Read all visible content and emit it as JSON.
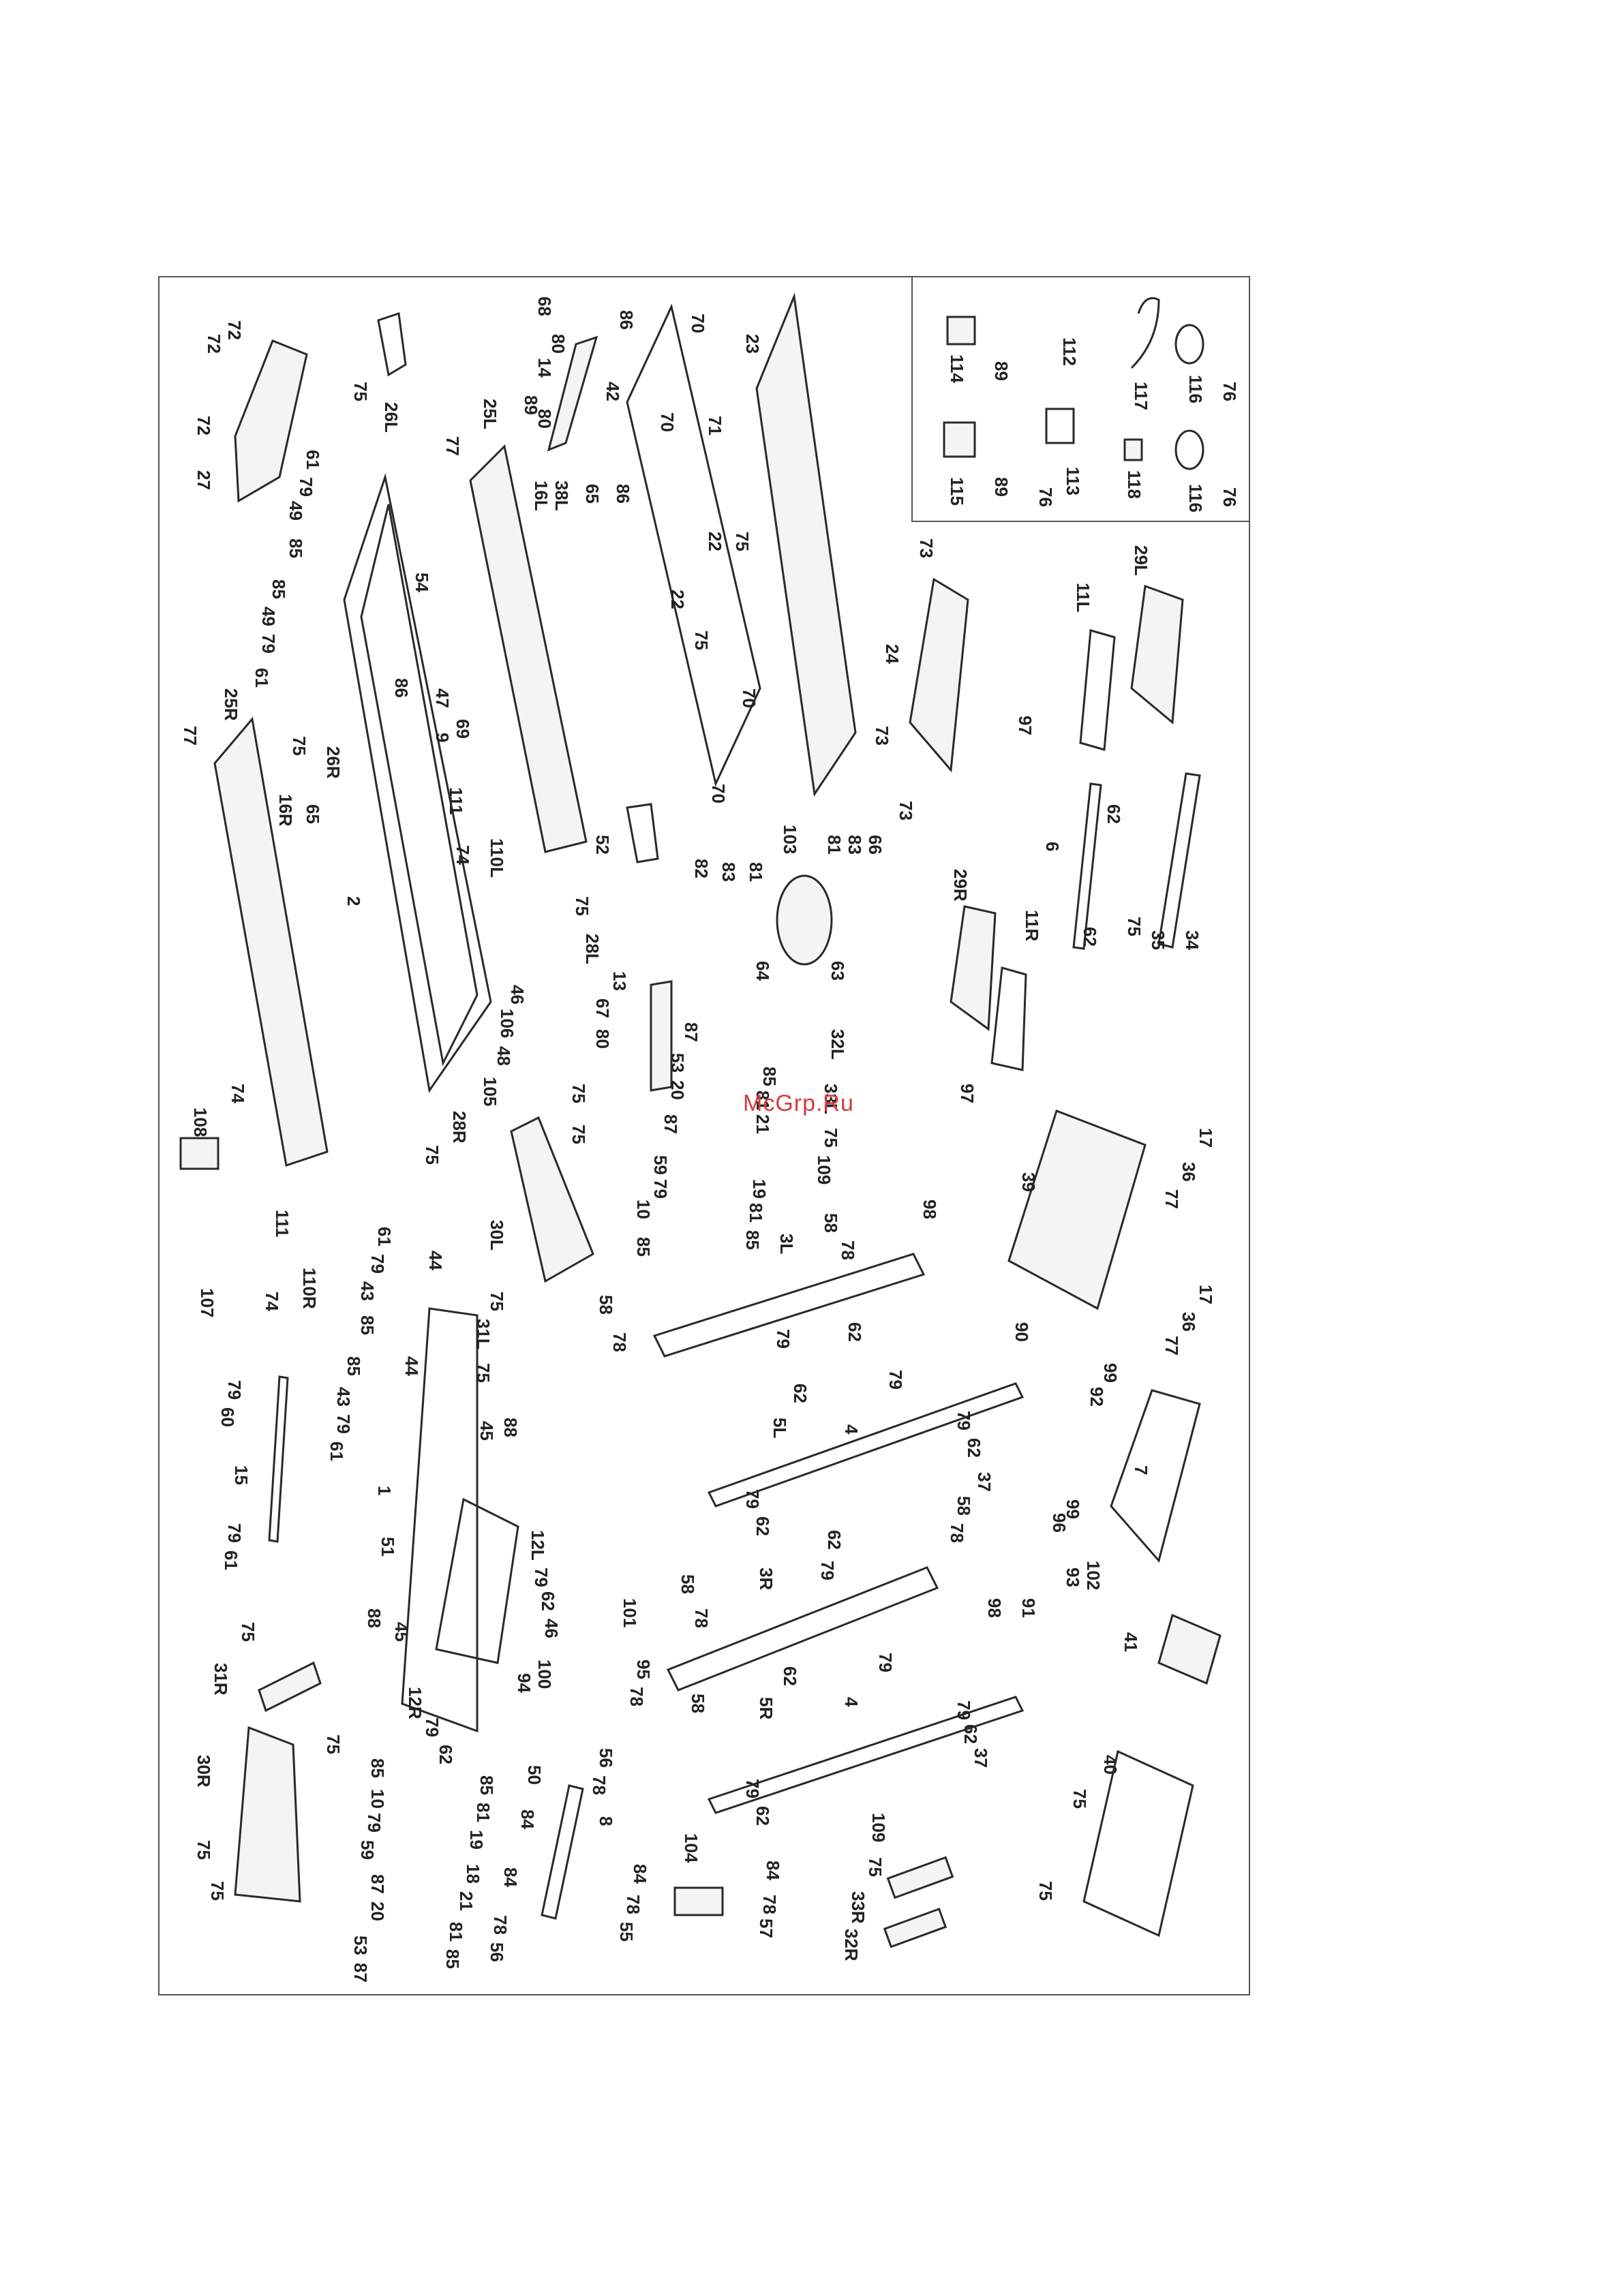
{
  "watermark": "McGrp.Ru",
  "colors": {
    "line": "#2a2a2a",
    "label": "#222222",
    "watermark": "#d23c3c",
    "frame": "#555555"
  },
  "labels": {
    "l72a": "72",
    "l72b": "72",
    "l72c": "72",
    "l27": "27",
    "l26L": "26L",
    "l75a": "75",
    "l68": "68",
    "l80a": "80",
    "l14": "14",
    "l89a": "89",
    "l80b": "80",
    "l25L": "25L",
    "l77a": "77",
    "l86a": "86",
    "l42": "42",
    "l70a": "70",
    "l23": "23",
    "l71": "71",
    "l70b": "70",
    "l61a": "61",
    "l79a": "79",
    "l49a": "49",
    "l85a": "85",
    "l16L": "16L",
    "l38L": "38L",
    "l65a": "65",
    "l22a": "22",
    "l75b": "75",
    "l22b": "22",
    "l86b": "86",
    "l54": "54",
    "l85b": "85",
    "l49b": "49",
    "l79b": "79",
    "l61b": "61",
    "l75c": "75",
    "l70c": "70",
    "l86c": "86",
    "l47": "47",
    "l9": "9",
    "l69": "69",
    "l25R": "25R",
    "l77b": "77",
    "l26R": "26R",
    "l75d": "75",
    "l70d": "70",
    "l16R": "16R",
    "l65b": "65",
    "l111a": "111",
    "l110L": "110L",
    "l74a": "74",
    "l52": "52",
    "l2": "2",
    "l82": "82",
    "l83a": "83",
    "l81a": "81",
    "l103": "103",
    "l81b": "81",
    "l83b": "83",
    "l66": "66",
    "l75e": "75",
    "l28L": "28L",
    "l64": "64",
    "l63": "63",
    "l13": "13",
    "l67": "67",
    "l80c": "80",
    "l46a": "46",
    "l106": "106",
    "l48": "48",
    "l105": "105",
    "l87a": "87",
    "l53a": "53",
    "l20a": "20",
    "l85c": "85",
    "l81c": "81",
    "l21a": "21",
    "l87b": "87",
    "l108": "108",
    "l74b": "74",
    "l75f": "75",
    "l75g": "75",
    "l28R": "28R",
    "l75h": "75",
    "l59a": "59",
    "l79c": "79",
    "l10a": "10",
    "l85d": "85",
    "l19a": "19",
    "l81d": "81",
    "l85e": "85",
    "l30L": "30L",
    "l75i": "75",
    "l32L": "32L",
    "l33L": "33L",
    "l75j": "75",
    "l109a": "109",
    "l111b": "111",
    "l110R": "110R",
    "l74c": "74",
    "l107": "107",
    "l61c": "61",
    "l79d": "79",
    "l43a": "43",
    "l85f": "85",
    "l44a": "44",
    "l31L": "31L",
    "l75k": "75",
    "l58a": "58",
    "l78a": "78",
    "l3L": "3L",
    "l58b": "58",
    "l78b": "78",
    "l98a": "98",
    "l79e": "79",
    "l62a": "62",
    "l85g": "85",
    "l43b": "43",
    "l79f": "79",
    "l61d": "61",
    "l44b": "44",
    "l79g": "79",
    "l60": "60",
    "l15": "15",
    "l88a": "88",
    "l45a": "45",
    "l1": "1",
    "l51": "51",
    "l79h": "79",
    "l61e": "61",
    "l12L": "12L",
    "l79i": "79",
    "l62b": "62",
    "l46b": "46",
    "l62c": "62",
    "l79j": "79",
    "l5L": "5L",
    "l4a": "4",
    "l79k": "79",
    "l62d": "62",
    "l37a": "37",
    "l79l": "79",
    "l62e": "62",
    "l90": "90",
    "l58c": "58",
    "l78c": "78",
    "l62f": "62",
    "l79m": "79",
    "l3R": "3R",
    "l58d": "58",
    "l78d": "78",
    "l101": "101",
    "l95": "95",
    "l78e": "78",
    "l58e": "58",
    "l88b": "88",
    "l45b": "45",
    "l100": "100",
    "l94": "94",
    "l12R": "12R",
    "l79n": "79",
    "l62g": "62",
    "l75l": "75",
    "l31R": "31R",
    "l75m": "75",
    "l30R": "30R",
    "l75n": "75",
    "l75o": "75",
    "l62h": "62",
    "l79o": "79",
    "l4b": "4",
    "l5R": "5R",
    "l79p": "79",
    "l62i": "62",
    "l37b": "37",
    "l79q": "79",
    "l62j": "62",
    "l98b": "98",
    "l91": "91",
    "l85h": "85",
    "l10b": "10",
    "l79r": "79",
    "l59b": "59",
    "l87c": "87",
    "l20b": "20",
    "l53b": "53",
    "l87d": "87",
    "l85i": "85",
    "l81e": "81",
    "l19b": "19",
    "l18": "18",
    "l21b": "21",
    "l81f": "81",
    "l85j": "85",
    "l50": "50",
    "l56a": "56",
    "l78f": "78",
    "l8": "8",
    "l84a": "84",
    "l84b": "84",
    "l78g": "78",
    "l56b": "56",
    "l104": "104",
    "l84c": "84",
    "l84d": "84",
    "l78h": "78",
    "l55": "55",
    "l78i": "78",
    "l57": "57",
    "l109b": "109",
    "l75p": "75",
    "l33R": "33R",
    "l32R": "32R",
    "l114": "114",
    "l89b": "89",
    "l112": "112",
    "l117": "117",
    "l116a": "116",
    "l76a": "76",
    "l115": "115",
    "l89c": "89",
    "l76b": "76",
    "l113": "113",
    "l118": "118",
    "l116b": "116",
    "l76c": "76",
    "l73a": "73",
    "l24": "24",
    "l73b": "73",
    "l73c": "73",
    "l29L": "29L",
    "l11L": "11L",
    "l97a": "97",
    "l6": "6",
    "l62k": "62",
    "l62l": "62",
    "l75q": "75",
    "l35": "35",
    "l34": "34",
    "l29R": "29R",
    "l11R": "11R",
    "l97b": "97",
    "l39": "39",
    "l17a": "17",
    "l36a": "36",
    "l77c": "77",
    "l17b": "17",
    "l36b": "36",
    "l77d": "77",
    "l99a": "99",
    "l92": "92",
    "l7": "7",
    "l99b": "99",
    "l96": "96",
    "l93": "93",
    "l102": "102",
    "l41": "41",
    "l40": "40",
    "l75r": "75",
    "l75s": "75"
  }
}
